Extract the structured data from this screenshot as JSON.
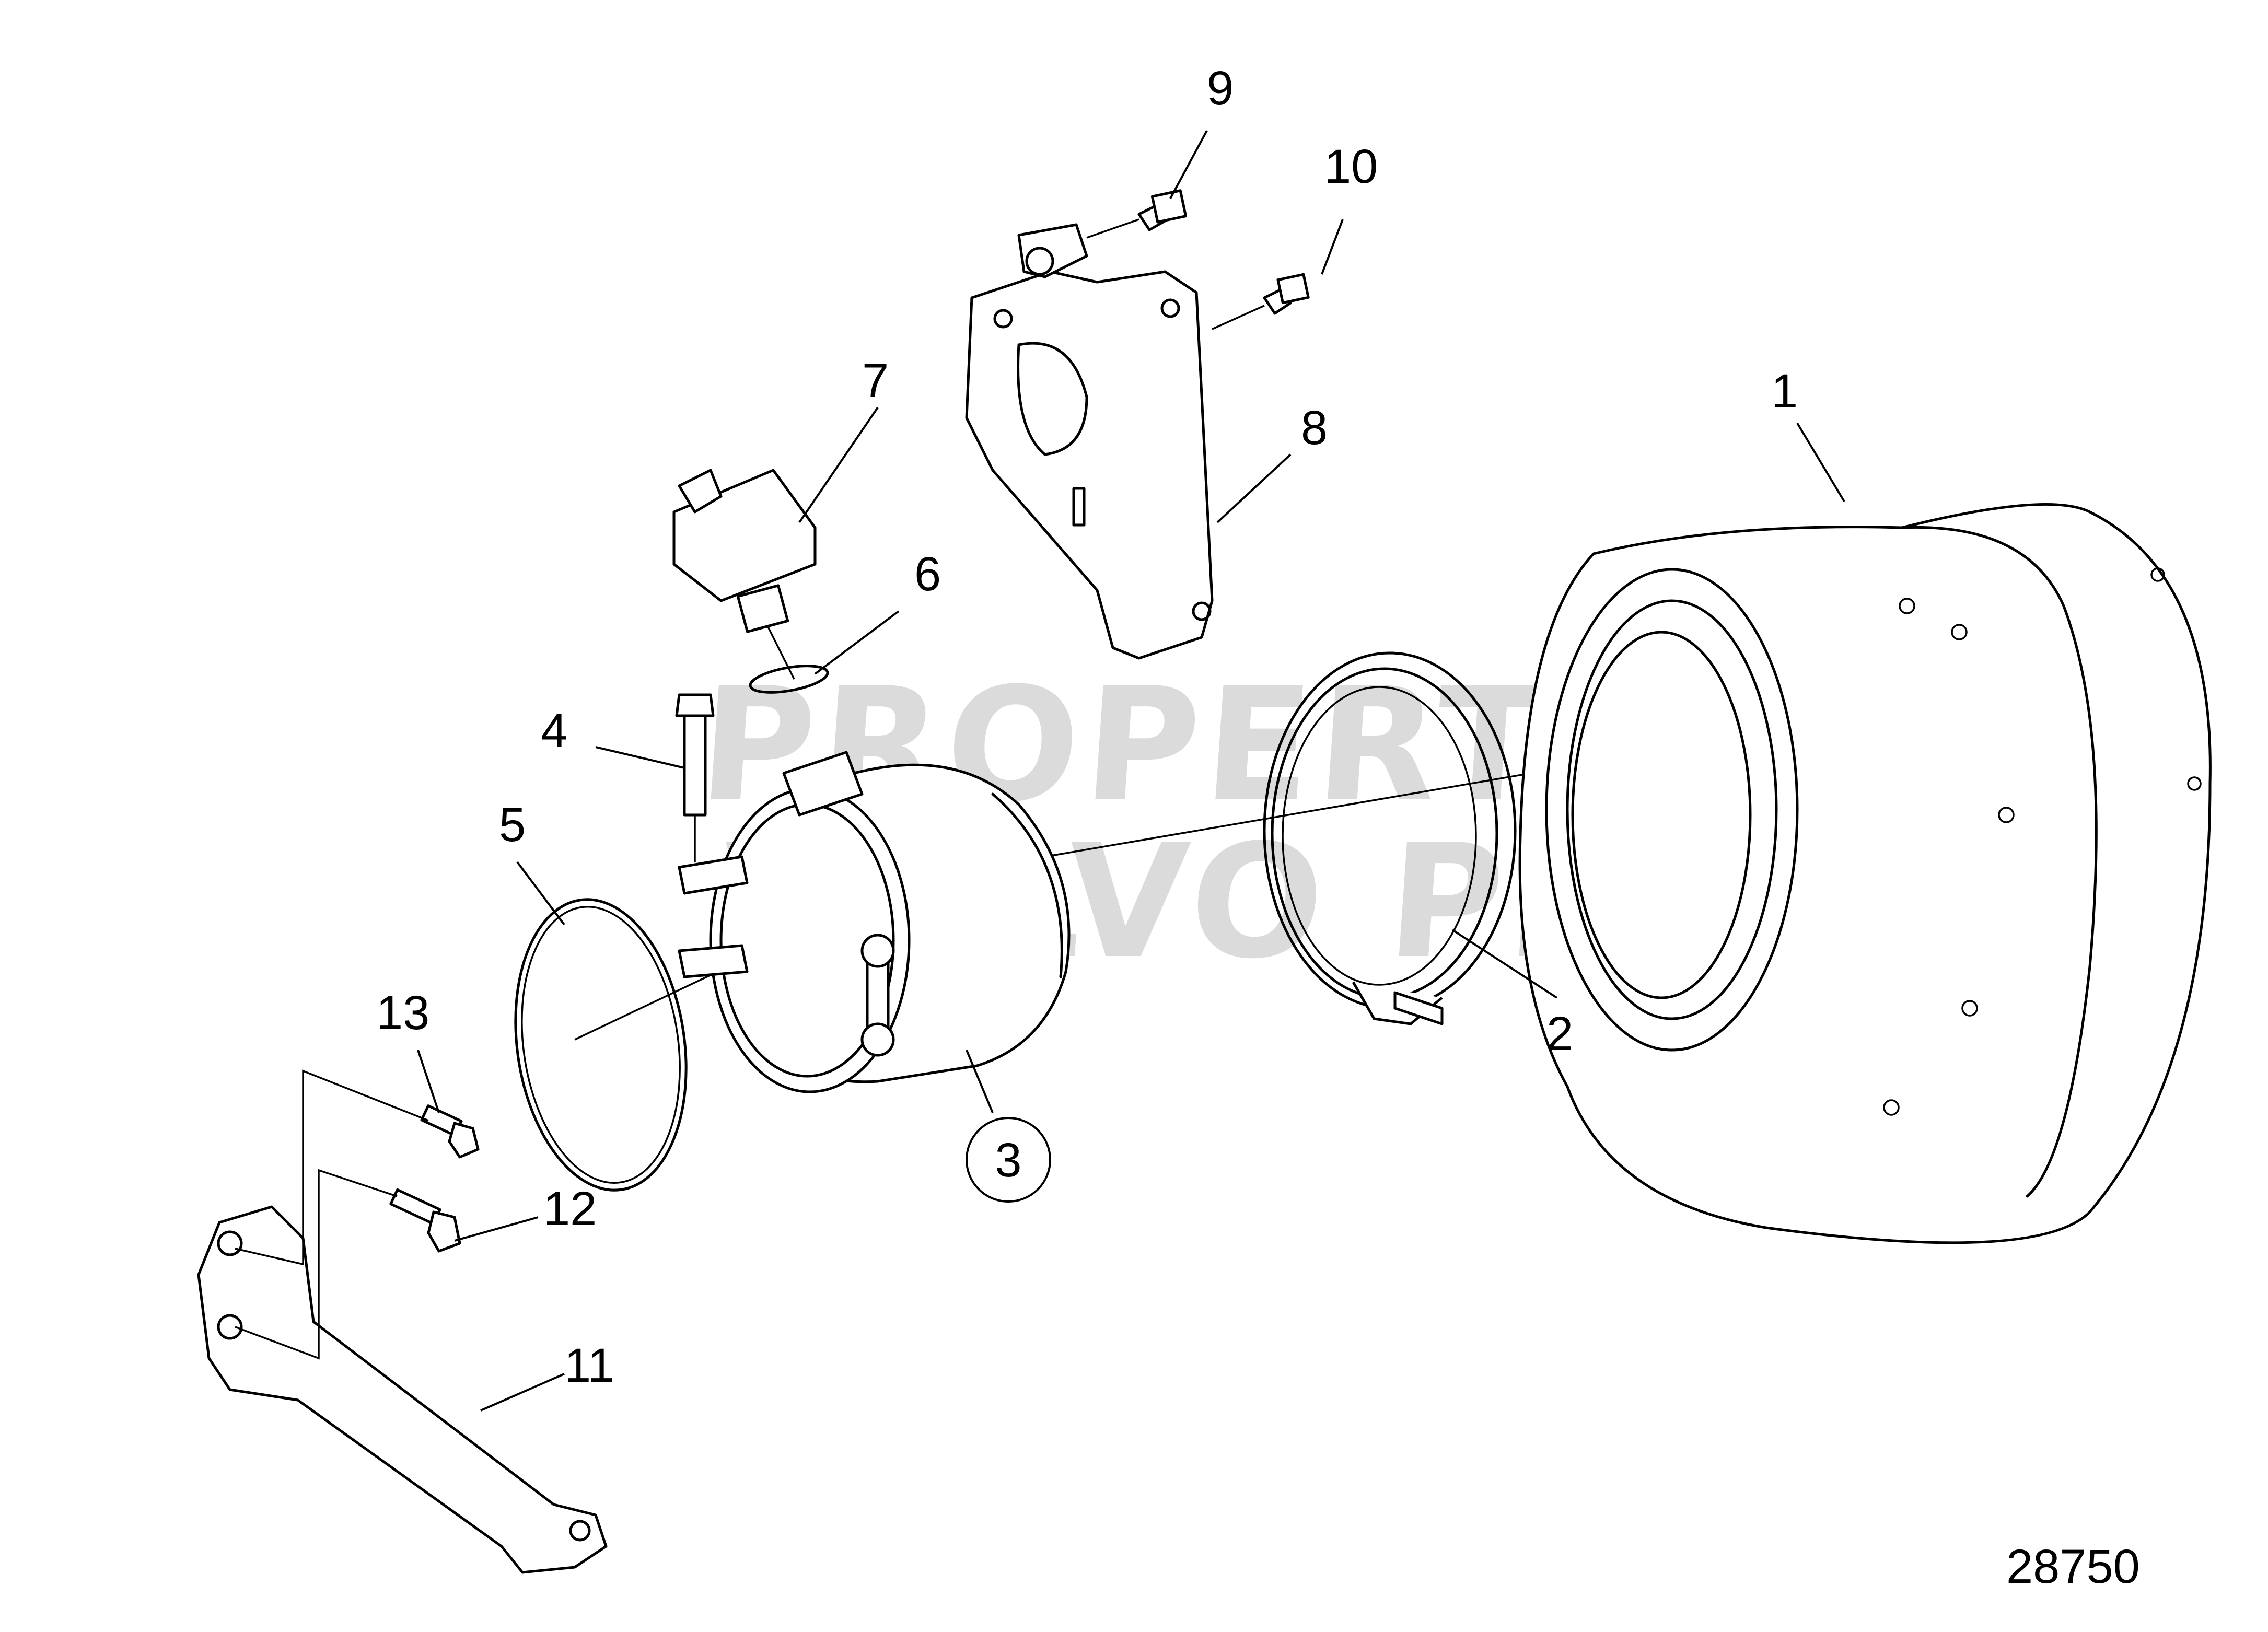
{
  "diagram": {
    "figure_number": "28750",
    "watermark": {
      "line1": "PROPERTY OF",
      "line2": "VOLVO PENTA"
    },
    "callouts": [
      {
        "id": "1",
        "label": "1",
        "circled": false
      },
      {
        "id": "2",
        "label": "2",
        "circled": false
      },
      {
        "id": "3",
        "label": "3",
        "circled": true
      },
      {
        "id": "4",
        "label": "4",
        "circled": false
      },
      {
        "id": "5",
        "label": "5",
        "circled": false
      },
      {
        "id": "6",
        "label": "6",
        "circled": false
      },
      {
        "id": "7",
        "label": "7",
        "circled": false
      },
      {
        "id": "8",
        "label": "8",
        "circled": false
      },
      {
        "id": "9",
        "label": "9",
        "circled": false
      },
      {
        "id": "10",
        "label": "10",
        "circled": false
      },
      {
        "id": "11",
        "label": "11",
        "circled": false
      },
      {
        "id": "12",
        "label": "12",
        "circled": false
      },
      {
        "id": "13",
        "label": "13",
        "circled": false
      }
    ]
  }
}
